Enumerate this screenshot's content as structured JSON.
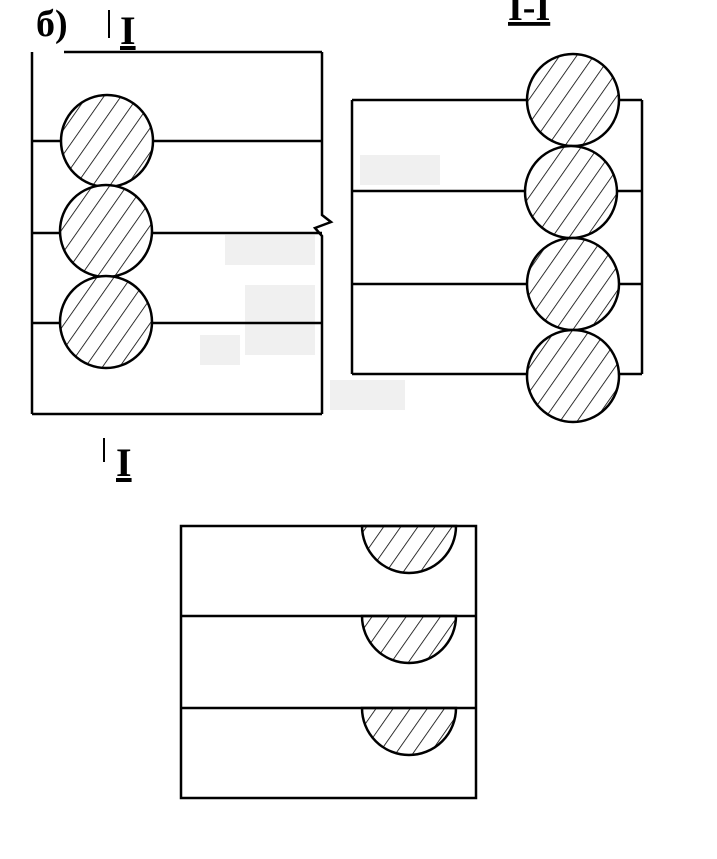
{
  "labels": {
    "variant": "б)",
    "section_mark_top": "I",
    "section_mark_bottom": "I",
    "section_title": "I-I"
  },
  "colors": {
    "ink": "#000000",
    "paper": "#ffffff"
  },
  "views": {
    "front_view": {
      "rods": 3
    },
    "section_view": {
      "rods": 4
    },
    "bottom_view": {
      "half_rods": 3
    }
  }
}
